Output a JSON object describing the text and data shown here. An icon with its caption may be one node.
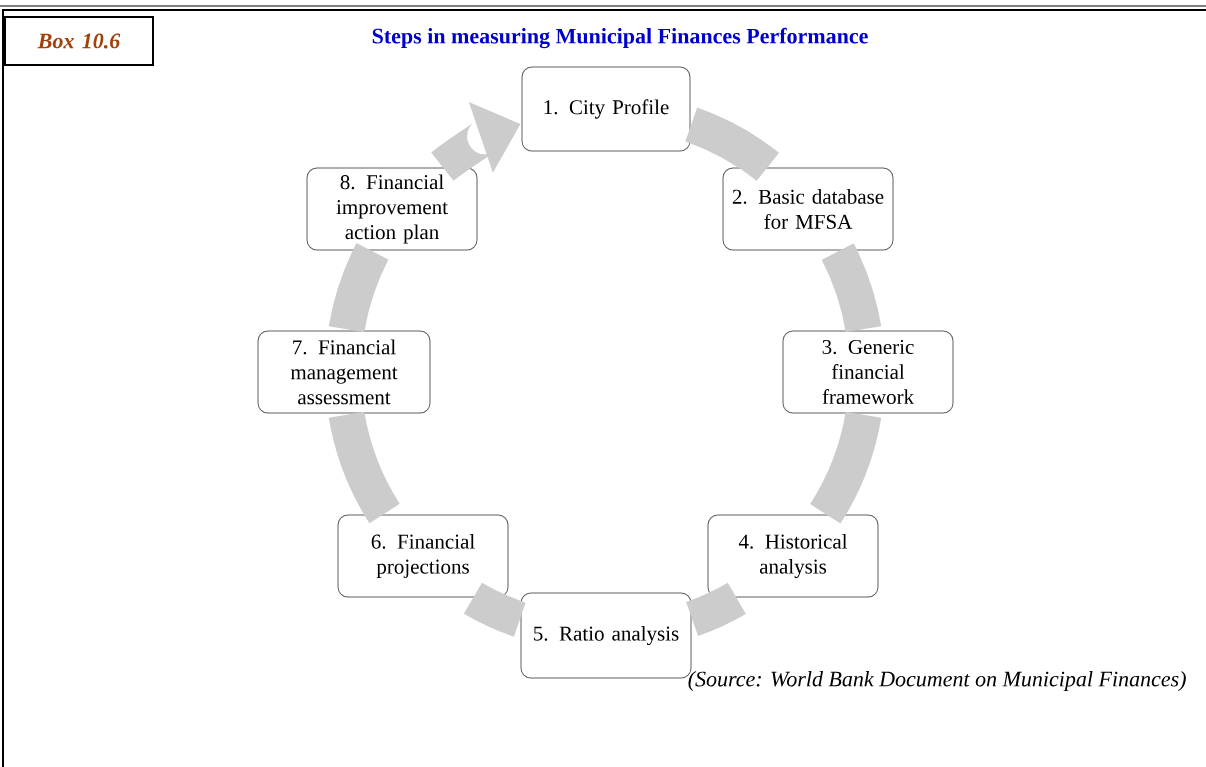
{
  "diagram": {
    "title": "Steps in measuring Municipal Finances Performance",
    "caption": "(Source: World Bank Document on Municipal Finances)",
    "nodes": [
      {
        "text": [
          "Box 10.6"
        ]
      },
      {
        "text": [
          "1. City Profile"
        ]
      },
      {
        "text": [
          "2. Basic database for MFSA"
        ]
      },
      {
        "text": [
          "3. Generic financial framework"
        ]
      },
      {
        "text": [
          "4. Historical analysis"
        ]
      },
      {
        "text": [
          "5. Ratio analysis"
        ]
      },
      {
        "text": [
          "6. Financial projections"
        ]
      },
      {
        "text": [
          "7. Financial management assessment"
        ]
      },
      {
        "text": [
          "8. Financial improvement action plan"
        ]
      }
    ],
    "edges": [
      {
        "from": 1,
        "to": 2,
        "arrow": "none"
      },
      {
        "from": 2,
        "to": 3,
        "arrow": "none"
      },
      {
        "from": 3,
        "to": 4,
        "arrow": "none"
      },
      {
        "from": 4,
        "to": 5,
        "arrow": "none"
      },
      {
        "from": 5,
        "to": 6,
        "arrow": "none"
      },
      {
        "from": 6,
        "to": 7,
        "arrow": "none"
      },
      {
        "from": 7,
        "to": 8,
        "arrow": "none"
      },
      {
        "from": 8,
        "to": 1,
        "arrow": "to"
      }
    ]
  }
}
